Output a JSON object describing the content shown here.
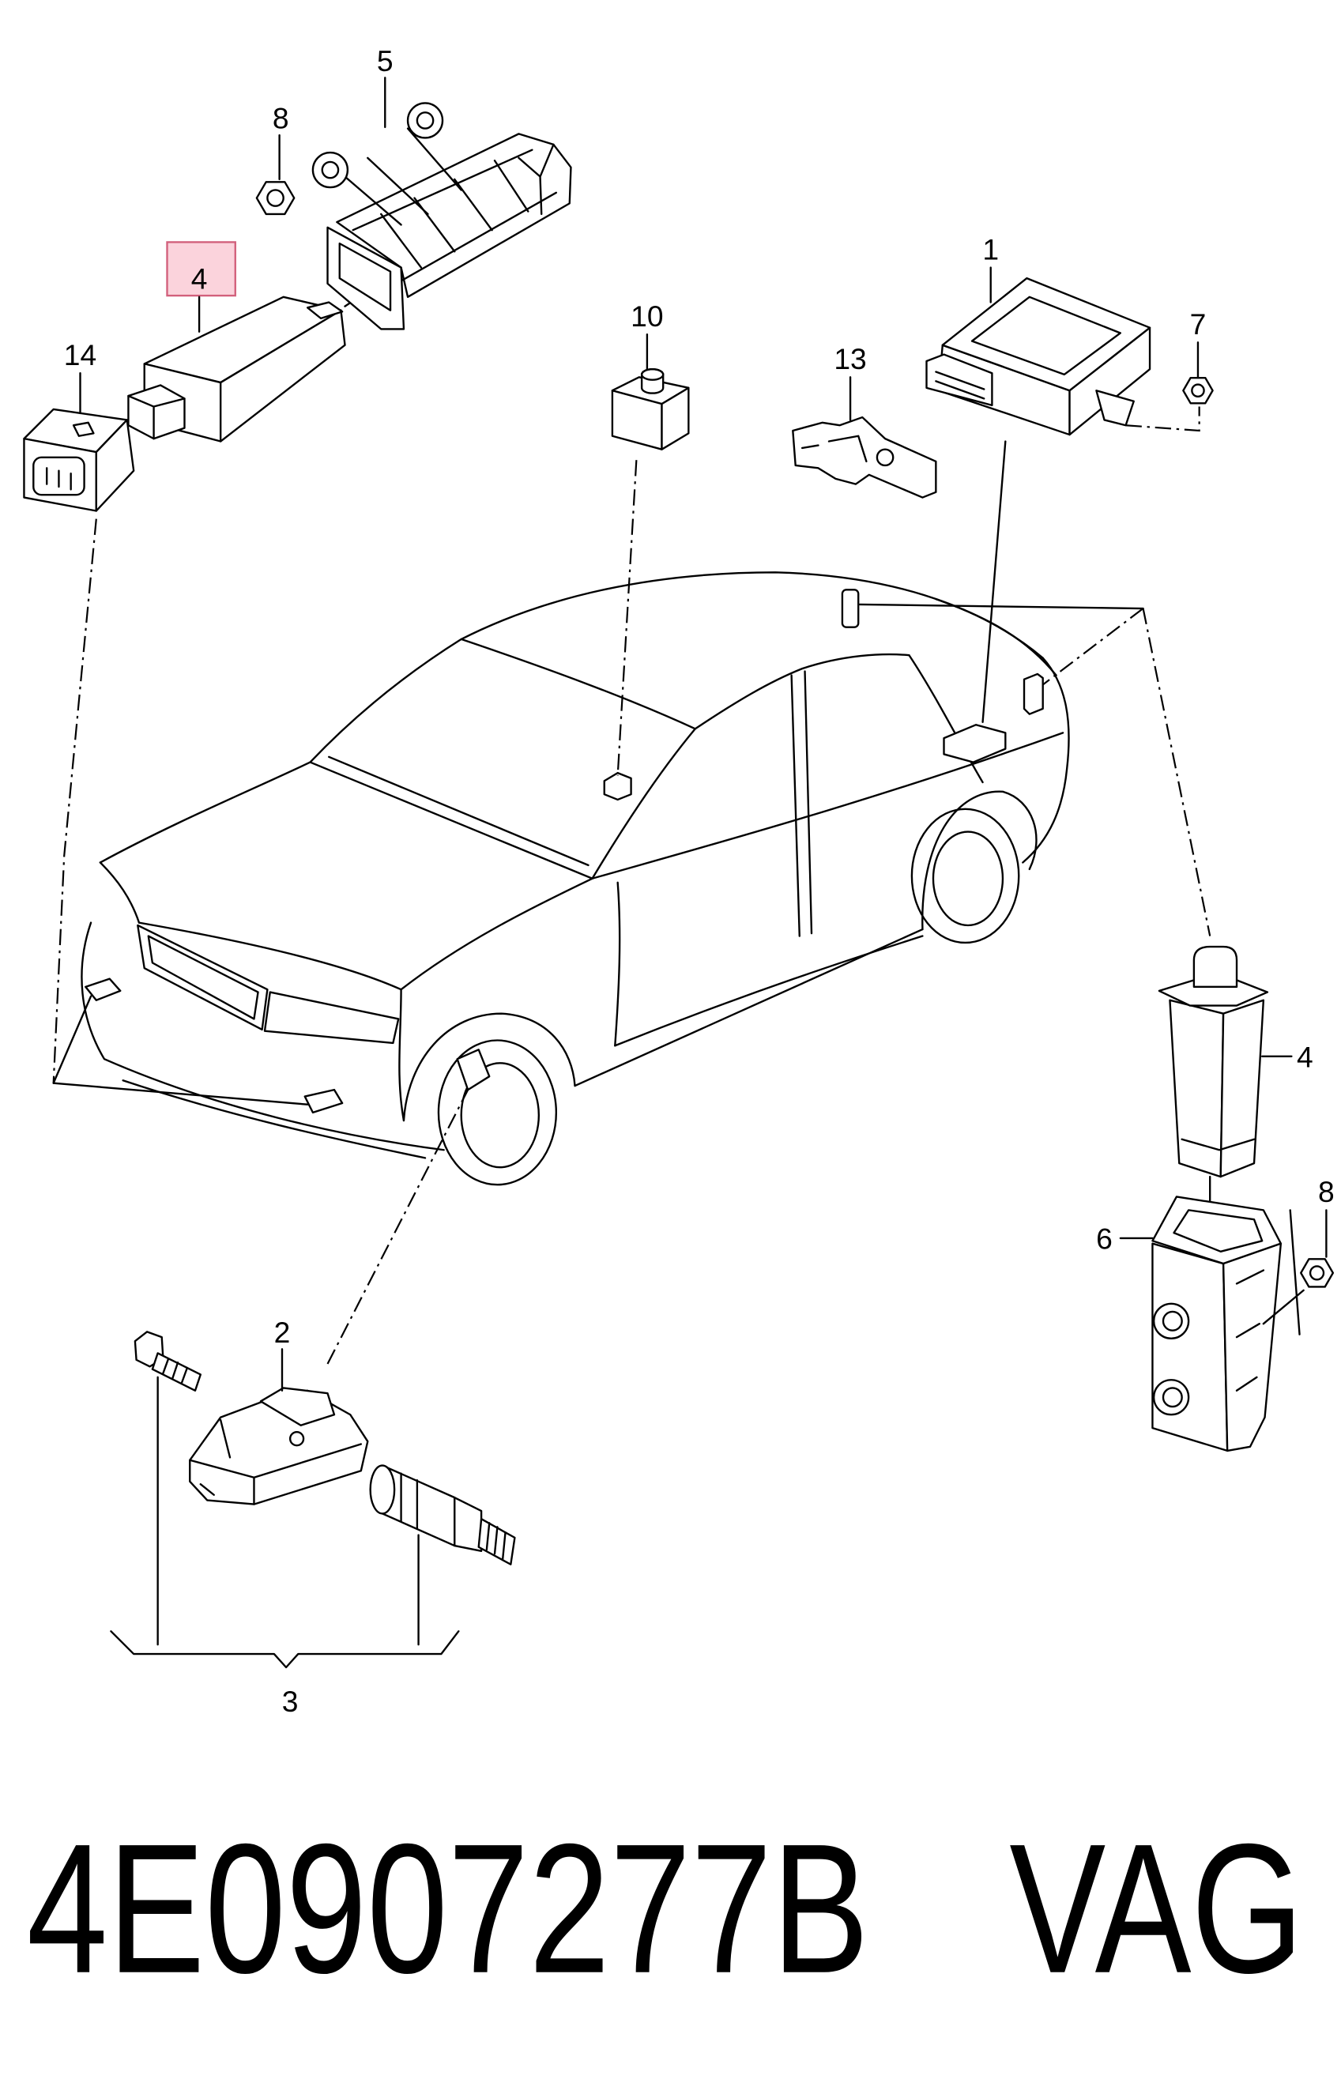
{
  "callouts": [
    "5",
    "8",
    "4",
    "14",
    "10",
    "13",
    "1",
    "7",
    "4",
    "8",
    "6",
    "2",
    "3"
  ],
  "colors": {
    "highlight_fill": "#fbd3dc",
    "highlight_stroke": "#d2607c",
    "line": "#000000",
    "background": "#ffffff"
  },
  "caption": {
    "part_number": "4E0907277B",
    "brand": "VAG"
  }
}
